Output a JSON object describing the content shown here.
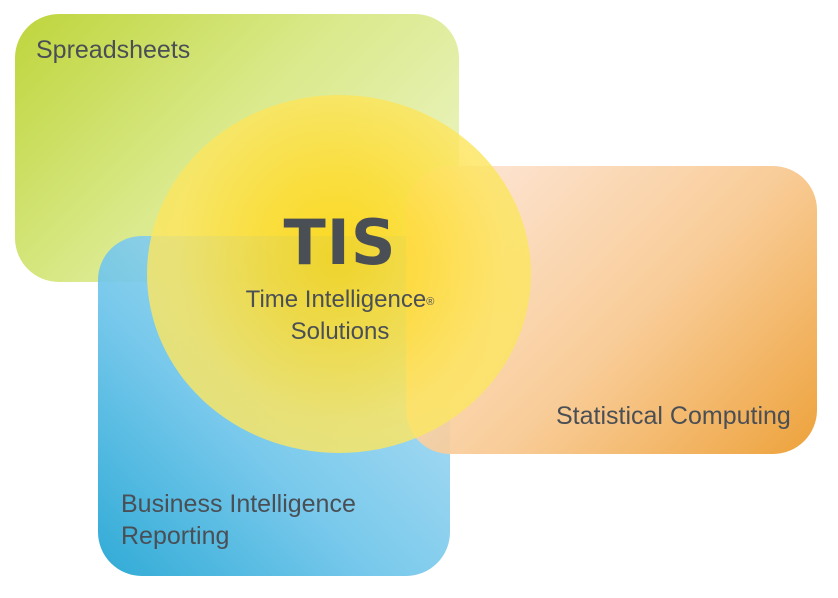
{
  "diagram": {
    "boxes": {
      "spreadsheets": {
        "label": "Spreadsheets",
        "color": "#b9d12a"
      },
      "statistical_computing": {
        "label": "Statistical Computing",
        "color": "#ec9a2a"
      },
      "business_intelligence": {
        "line1": "Business Intelligence",
        "line2": "Reporting",
        "color": "#1da3d2"
      }
    },
    "center": {
      "title": "TIS",
      "subtitle_line1": "Time Intelligence",
      "registered_mark": "®",
      "subtitle_line2": "Solutions",
      "color": "#ffd200"
    }
  }
}
